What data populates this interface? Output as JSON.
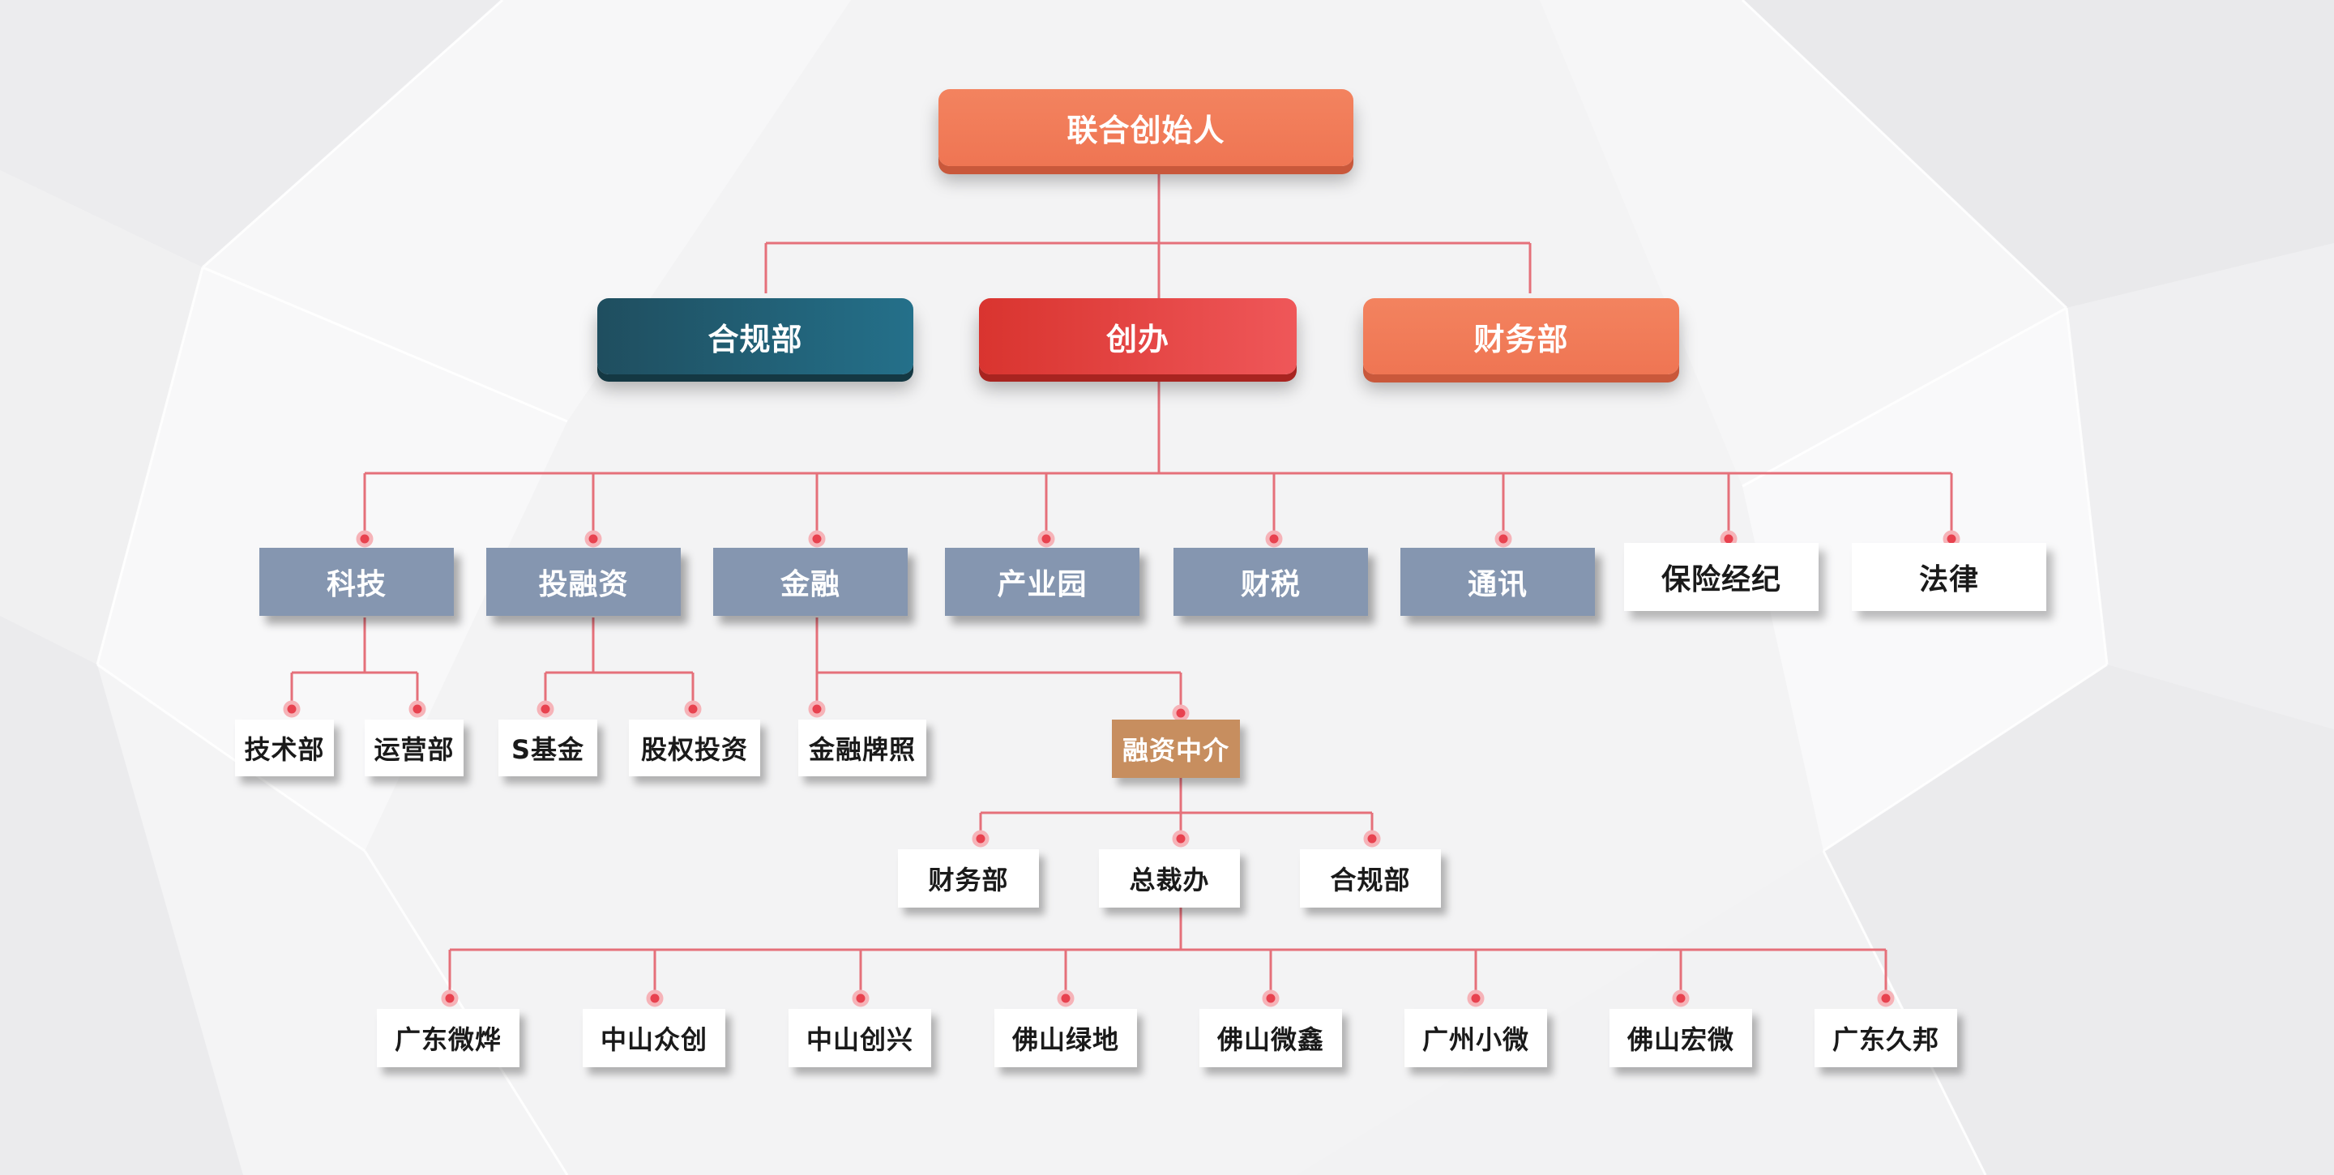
{
  "org": {
    "root": "联合创始人",
    "level1": {
      "compliance": "合规部",
      "founder_office": "创办",
      "finance": "财务部"
    },
    "level2": {
      "tech": "科技",
      "investment": "投融资",
      "finance": "金融",
      "industrial_park": "产业园",
      "tax": "财税",
      "telecom": "通讯",
      "insurance": "保险经纪",
      "legal": "法律"
    },
    "level3": {
      "tech_dept": "技术部",
      "operations_dept": "运营部",
      "s_fund": "S基金",
      "equity_investment": "股权投资",
      "finance_license": "金融牌照",
      "financing_agency": "融资中介"
    },
    "level4": {
      "finance_dept": "财务部",
      "ceo_office": "总裁办",
      "compliance_dept": "合规部"
    },
    "level5": [
      "广东微烨",
      "中山众创",
      "中山创兴",
      "佛山绿地",
      "佛山微鑫",
      "广州小微",
      "佛山宏微",
      "广东久邦"
    ]
  },
  "colors": {
    "connector": "#e5707a",
    "dot": "#e8424f",
    "coral": "#f07a56",
    "teal": "#22627a",
    "red": "#e4403f",
    "steel": "#8596b0",
    "tan": "#c78e5f"
  }
}
